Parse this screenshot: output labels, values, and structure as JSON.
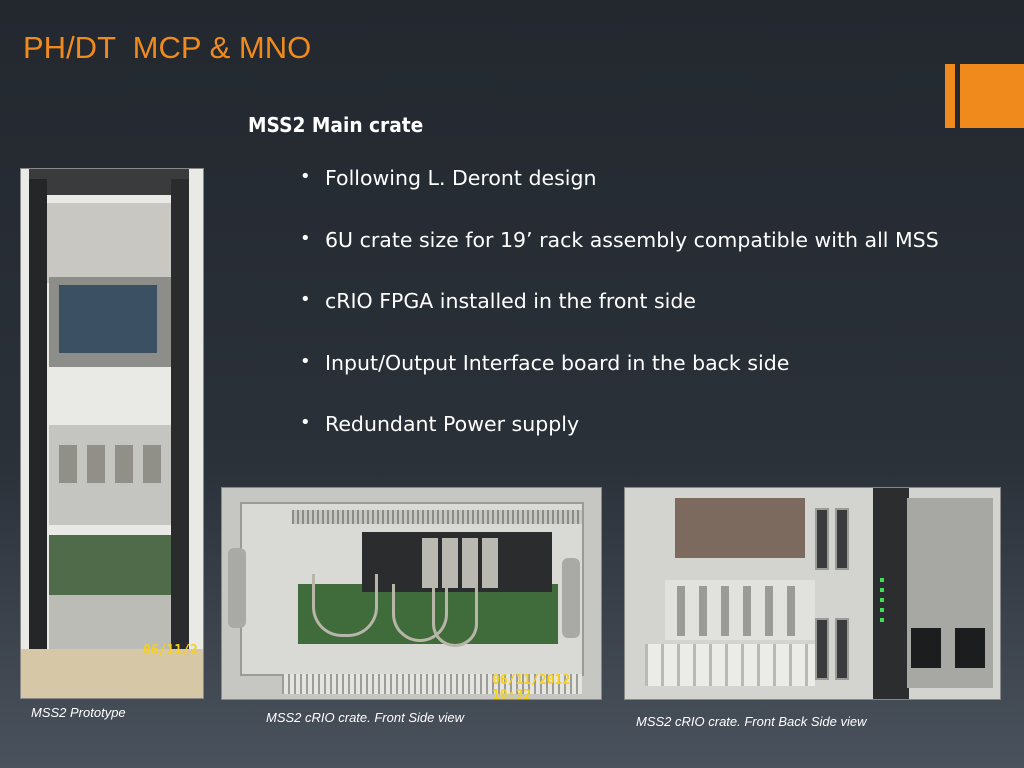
{
  "slide": {
    "title": "PH/DT  MCP & MNO",
    "subheading": "MSS2 Main crate",
    "bullets": [
      "Following L. Deront design",
      "6U crate size for 19’ rack assembly compatible with all MSS",
      "cRIO FPGA installed in the front side",
      "Input/Output Interface board in the back side",
      "Redundant Power supply"
    ],
    "bullet_symbol": "•",
    "accent_color": "#f08a1c"
  },
  "photos": [
    {
      "caption": "MSS2 Prototype",
      "timestamp": "06/11/2"
    },
    {
      "caption": "MSS2 cRIO crate. Front Side view",
      "timestamp": "06/11/2012 10:32"
    },
    {
      "caption": "MSS2 cRIO crate. Front Back Side view"
    }
  ],
  "icons": {
    "bullet": "bullet-dot-icon"
  }
}
